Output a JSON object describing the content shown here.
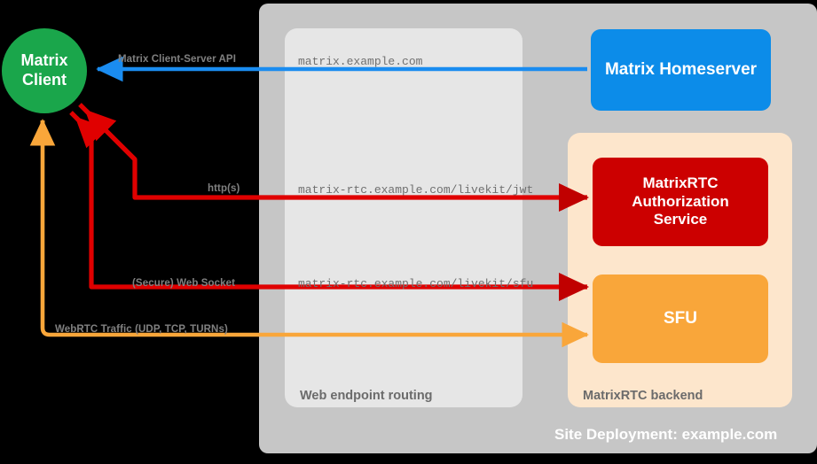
{
  "diagram": {
    "title": "Site Deployment: example.com",
    "site_label": "Site Deployment: example.com"
  },
  "colors": {
    "background": "#000000",
    "site_panel": "#c6c6c6",
    "routing_panel": "#e6e6e6",
    "backend_panel": "#fde6cc",
    "client_green": "#1aa64b",
    "homeserver_blue": "#0c8ce9",
    "auth_red": "#cc0000",
    "sfu_orange": "#f9a63a",
    "arrow_blue": "#1a8cf0",
    "arrow_red": "#e00000",
    "arrow_orange": "#f9a63a",
    "label_gray": "#808080",
    "url_gray": "#707070",
    "container_label_gray": "#6b6b6b"
  },
  "nodes": {
    "client": {
      "label": "Matrix\nClient",
      "line1": "Matrix",
      "line2": "Client"
    },
    "homeserver": {
      "label": "Matrix Homeserver"
    },
    "auth": {
      "line1": "MatrixRTC",
      "line2": "Authorization",
      "line3": "Service"
    },
    "sfu": {
      "label": "SFU"
    }
  },
  "containers": {
    "routing": {
      "label": "Web endpoint routing"
    },
    "backend": {
      "label": "MatrixRTC backend"
    }
  },
  "edges": [
    {
      "id": "csapi",
      "protocol_label": "Matrix Client-Server API",
      "url_label": "matrix.example.com",
      "color": "#1a8cf0"
    },
    {
      "id": "jwt",
      "protocol_label": "http(s)",
      "url_label": "matrix-rtc.example.com/livekit/jwt",
      "color": "#e00000"
    },
    {
      "id": "sfu-ws",
      "protocol_label": "(Secure) Web Socket",
      "url_label": "matrix-rtc.example.com/livekit/sfu",
      "color": "#e00000"
    },
    {
      "id": "webrtc",
      "protocol_label": "WebRTC Traffic (UDP, TCP, TURNs)",
      "url_label": "",
      "color": "#f9a63a"
    }
  ]
}
